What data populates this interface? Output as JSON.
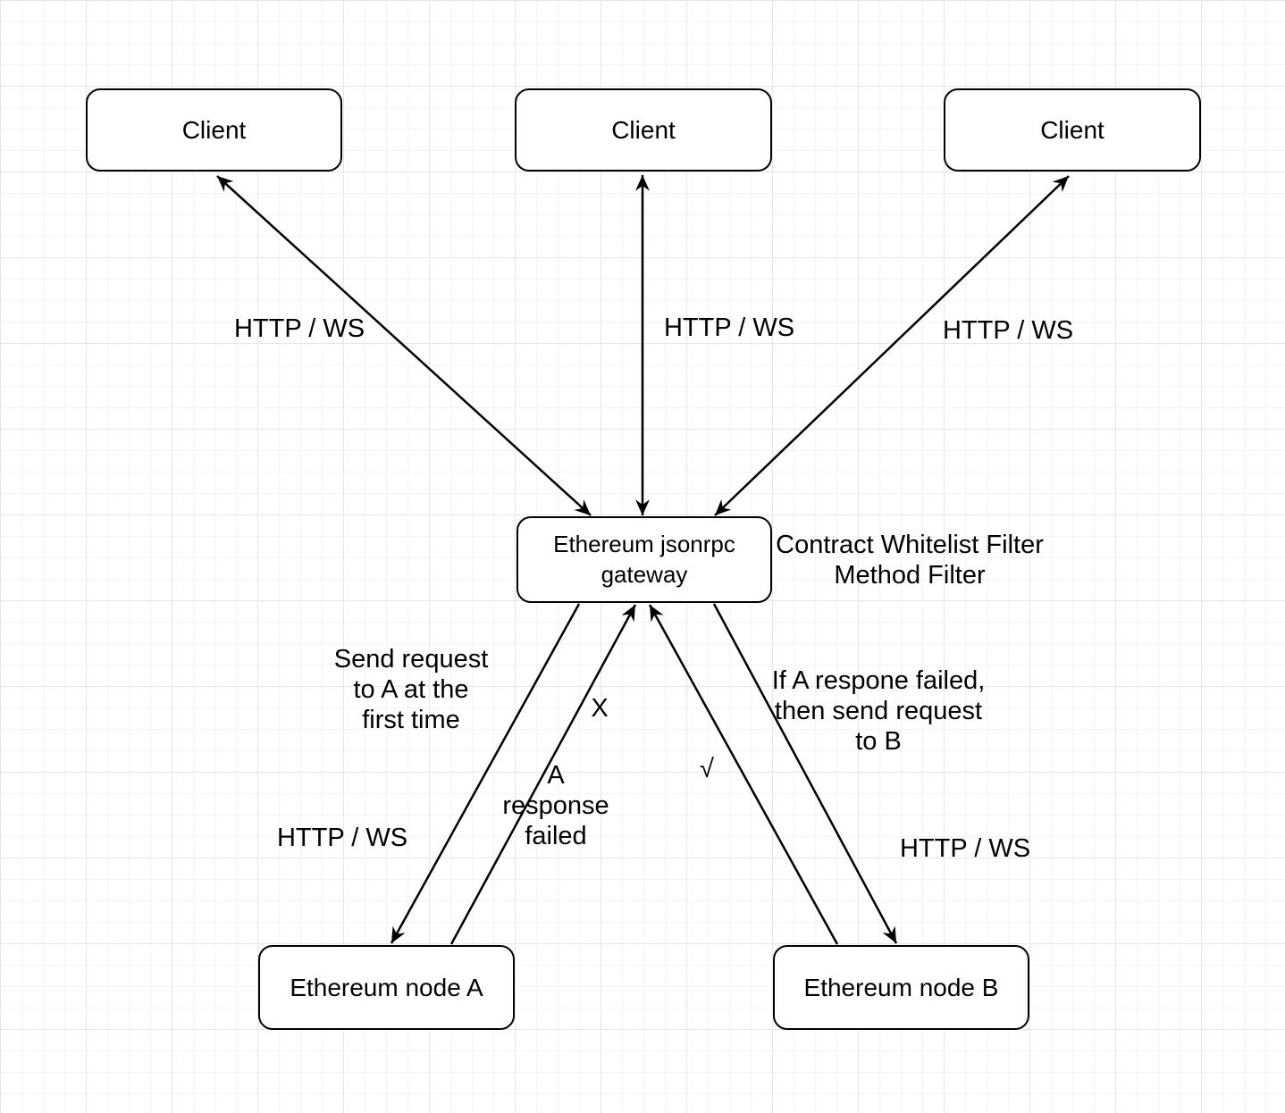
{
  "nodes": {
    "client1": {
      "label": "Client"
    },
    "client2": {
      "label": "Client"
    },
    "client3": {
      "label": "Client"
    },
    "gateway": {
      "label": "Ethereum jsonrpc\ngateway"
    },
    "nodeA": {
      "label": "Ethereum node A"
    },
    "nodeB": {
      "label": "Ethereum node B"
    }
  },
  "gateway_note": "Contract Whitelist Filter\nMethod Filter",
  "edge_labels": {
    "client1_gateway_protocol": "HTTP / WS",
    "client2_gateway_protocol": "HTTP / WS",
    "client3_gateway_protocol": "HTTP / WS",
    "gateway_nodeA_request": "Send request\nto A at the\nfirst time",
    "gateway_nodeA_protocol": "HTTP / WS",
    "nodeA_gateway_fail_mark": "X",
    "nodeA_gateway_fail_text": "A\nresponse\nfailed",
    "nodeB_gateway_success_mark": "√",
    "gateway_nodeB_request": "If A respone failed,\nthen send request\nto B",
    "gateway_nodeB_protocol": "HTTP / WS"
  },
  "colors": {
    "stroke": "#000000",
    "node_fill": "#ffffff",
    "background": "#ffffff",
    "grid_minor": "#f4f4f4",
    "grid_major": "#e7e7e7"
  }
}
